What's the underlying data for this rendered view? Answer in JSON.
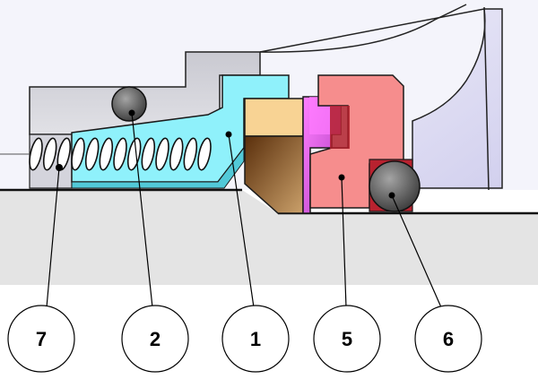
{
  "diagram": {
    "callouts": [
      {
        "id": "callout-7",
        "label": "7"
      },
      {
        "id": "callout-2",
        "label": "2"
      },
      {
        "id": "callout-1",
        "label": "1"
      },
      {
        "id": "callout-5",
        "label": "5"
      },
      {
        "id": "callout-6",
        "label": "6"
      }
    ]
  },
  "colors": {
    "background": "#ffffff",
    "housing": "#dcdcdc",
    "housing_dark": "#c8c8d0",
    "shaft_gray": "#e6e6e6",
    "volute_lavender": "#e9e8f7",
    "stationary_face": "#f8d394",
    "carbon_brown": "#7b4a1a",
    "pusher_cyan": "#8ff1fb",
    "gland_salmon": "#f68d8d",
    "face_magenta": "#f06cf0",
    "oring_gray": "#6c6c6c",
    "spring_white": "#ffffff"
  }
}
